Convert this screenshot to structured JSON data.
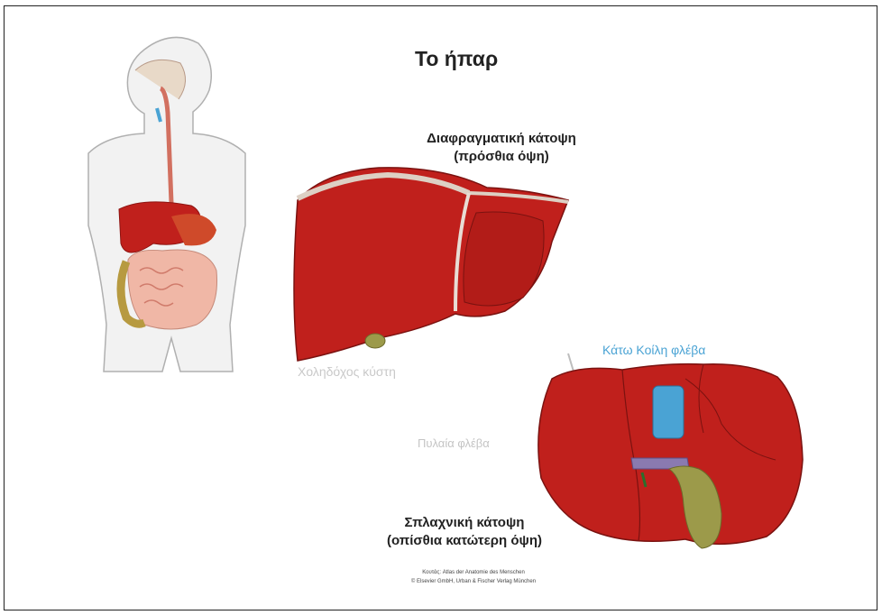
{
  "slide": {
    "title": "Το ήπαρ",
    "top_view_label_line1": "Διαφραγματική κάτοψη",
    "top_view_label_line2": "(πρόσθια όψη)",
    "bottom_view_label_line1": "Σπλαχνική κάτοψη",
    "bottom_view_label_line2": "(οπίσθια κατώτερη όψη)",
    "annotation_gallbladder": "Χοληδόχος κύστη",
    "annotation_inferior_vena_cava": "Κάτω Κοίλη φλέβα",
    "annotation_portal_vein": "Πυλαία φλέβα",
    "credit_line1": "Κουτάς: Atlas der Anatomie des Menschen",
    "credit_line2": "© Elsevier GmbH, Urban & Fischer Verlag München"
  },
  "colors": {
    "liver": "#c0201c",
    "liver_dark": "#8e1512",
    "gallbladder": "#9c9a4a",
    "vena_cava": "#4aa3d4",
    "annotation_gray": "#c4c4c4"
  }
}
